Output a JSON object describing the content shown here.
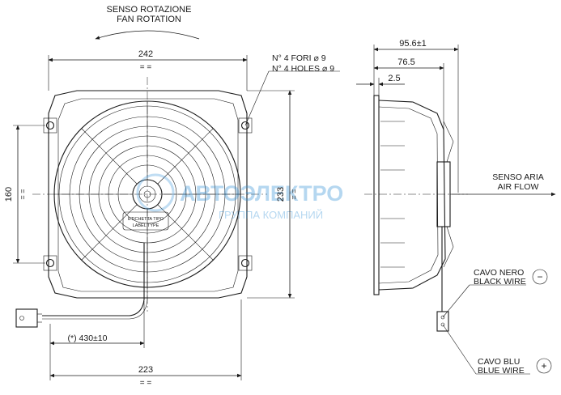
{
  "labels": {
    "rotation_it": "SENSO ROTAZIONE",
    "rotation_en": "FAN ROTATION",
    "holes_it": "N° 4 FORI ⌀ 9",
    "holes_en": "N° 4 HOLES ⌀ 9",
    "airflow_it": "SENSO ARIA",
    "airflow_en": "AIR FLOW",
    "black_it": "CAVO NERO",
    "black_en": "BLACK WIRE",
    "blue_it": "CAVO BLU",
    "blue_en": "BLUE WIRE",
    "minus": "−",
    "plus": "+",
    "label_line1": "ETICHETTA TIPO",
    "label_line2": "LABEL TYPE",
    "cable_length": "(*) 430±10",
    "eq": "= ="
  },
  "dimensions": {
    "width_top": "242",
    "width_bottom": "223",
    "height_right": "233",
    "height_left": "160",
    "depth_total": "95.6±1",
    "depth_body": "76.5",
    "flange": "2.5"
  },
  "watermark": {
    "name": "АВТОЭЛЕКТРО",
    "subtitle": "ГРУППА КОМПАНИЙ"
  },
  "colors": {
    "line": "#1a1a1a",
    "watermark": "#2f8fd6"
  }
}
